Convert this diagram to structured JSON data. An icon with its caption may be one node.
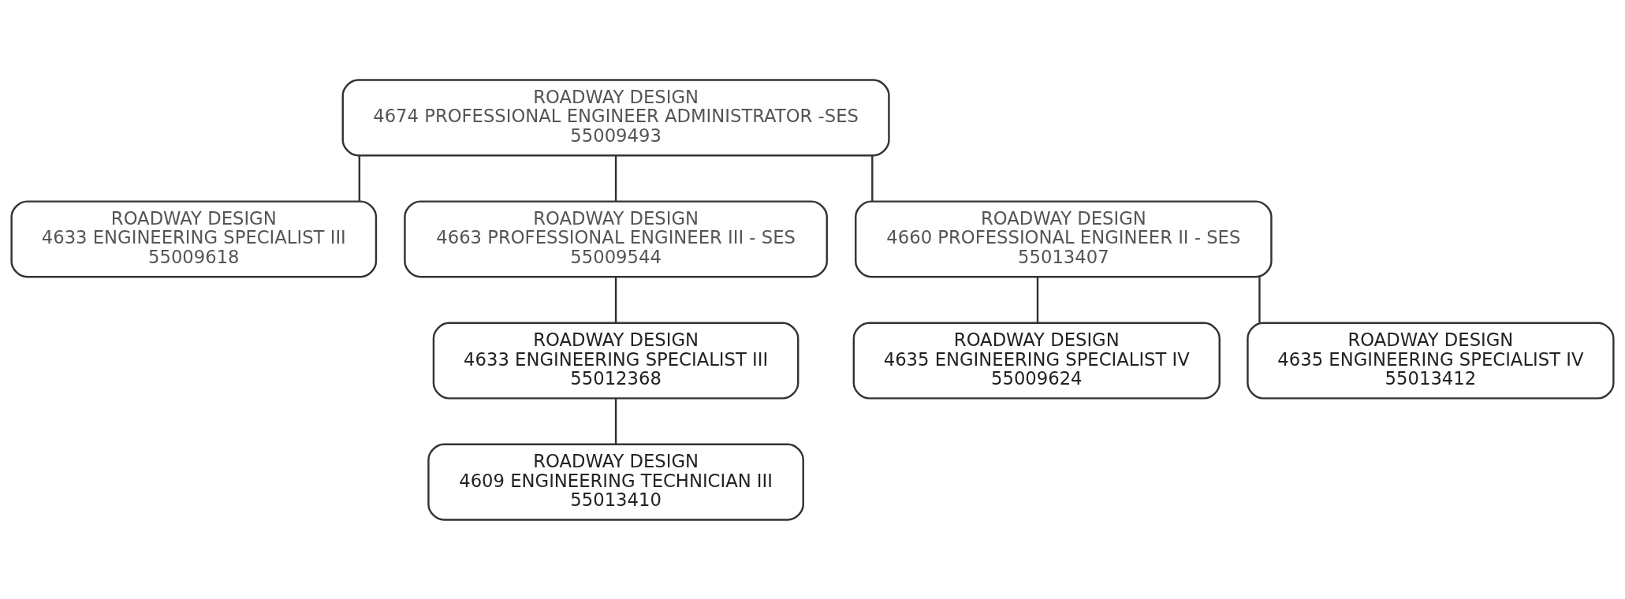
{
  "diagram": {
    "nodes": [
      {
        "text": [
          "ROADWAY DESIGN",
          "4674 PROFESSIONAL ENGINEER ADMINISTRATOR -SES",
          "55009493"
        ]
      },
      {
        "text": [
          "ROADWAY DESIGN",
          "4633 ENGINEERING SPECIALIST III",
          "55009618"
        ]
      },
      {
        "text": [
          "ROADWAY DESIGN",
          "4663 PROFESSIONAL ENGINEER III - SES",
          "55009544"
        ]
      },
      {
        "text": [
          "ROADWAY DESIGN",
          "4660 PROFESSIONAL ENGINEER II - SES",
          "55013407"
        ]
      },
      {
        "text": [
          "ROADWAY DESIGN",
          "4633 ENGINEERING SPECIALIST III",
          "55012368"
        ]
      },
      {
        "text": [
          "ROADWAY DESIGN",
          "4609 ENGINEERING TECHNICIAN III",
          "55013410"
        ]
      },
      {
        "text": [
          "ROADWAY DESIGN",
          "4635 ENGINEERING SPECIALIST IV",
          "55009624"
        ]
      },
      {
        "text": [
          "ROADWAY DESIGN",
          "4635 ENGINEERING SPECIALIST IV",
          "55013412"
        ]
      }
    ],
    "edges": [
      {
        "from": 0,
        "to": 1,
        "arrow": "none"
      },
      {
        "from": 0,
        "to": 2,
        "arrow": "none"
      },
      {
        "from": 0,
        "to": 3,
        "arrow": "none"
      },
      {
        "from": 2,
        "to": 4,
        "arrow": "none"
      },
      {
        "from": 4,
        "to": 5,
        "arrow": "none"
      },
      {
        "from": 3,
        "to": 6,
        "arrow": "none"
      },
      {
        "from": 3,
        "to": 7,
        "arrow": "none"
      }
    ]
  }
}
